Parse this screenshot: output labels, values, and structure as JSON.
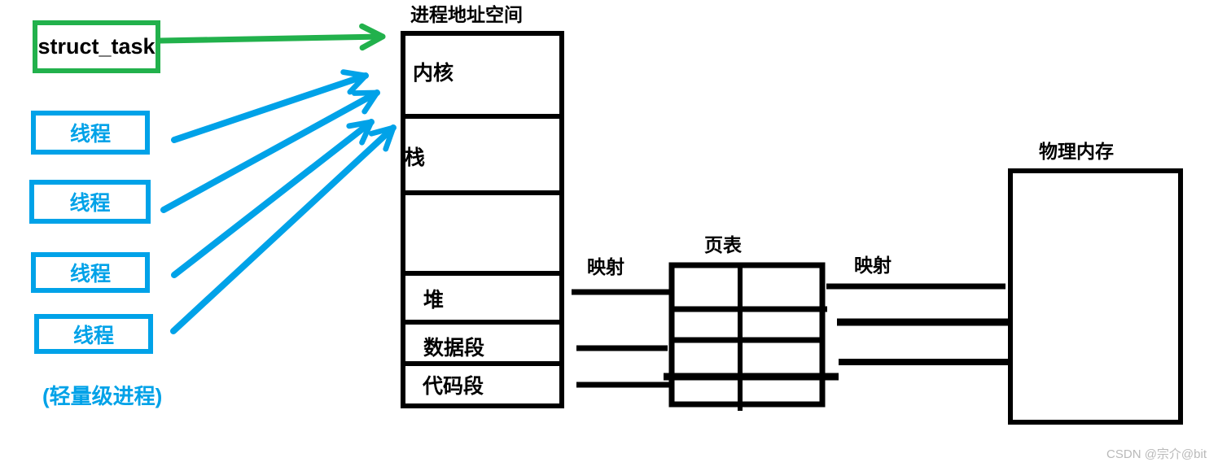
{
  "colors": {
    "thread_blue": "#00A2E8",
    "task_green": "#22B14C",
    "line_black": "#000000",
    "watermark_gray": "#b9b9b9"
  },
  "struct_task": {
    "label": "struct_task"
  },
  "threads": {
    "items": [
      {
        "label": "线程"
      },
      {
        "label": "线程"
      },
      {
        "label": "线程"
      },
      {
        "label": "线程"
      }
    ],
    "caption": "(轻量级进程)"
  },
  "address_space": {
    "title": "进程地址空间",
    "sections": {
      "kernel": "内核",
      "stack": "栈",
      "heap": "堆",
      "data_segment": "数据段",
      "code_segment": "代码段"
    }
  },
  "mapping": {
    "left_label": "映射",
    "right_label": "映射"
  },
  "page_table": {
    "title": "页表"
  },
  "physical_memory": {
    "title": "物理内存"
  },
  "watermark": "CSDN @宗介@bit"
}
